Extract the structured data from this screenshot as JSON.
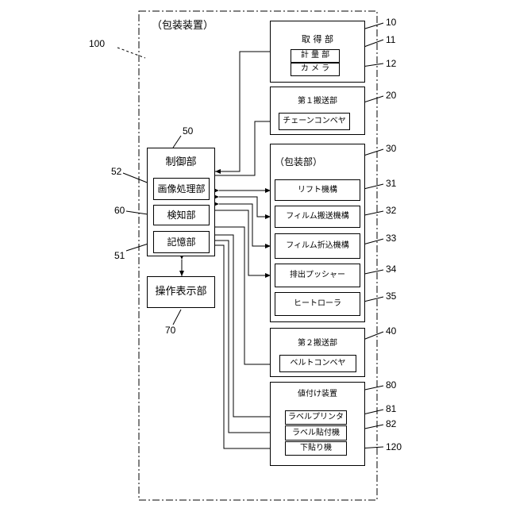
{
  "outer_label": "（包装装置）",
  "refs": {
    "r100": "100",
    "r10": "10",
    "r11": "11",
    "r12": "12",
    "r20": "20",
    "r30": "30",
    "r31": "31",
    "r32": "32",
    "r33": "33",
    "r34": "34",
    "r35": "35",
    "r40": "40",
    "r50": "50",
    "r52": "52",
    "r60": "60",
    "r51": "51",
    "r70": "70",
    "r80": "80",
    "r81": "81",
    "r82": "82",
    "r120": "120"
  },
  "blocks": {
    "acquisition": "取 得 部",
    "weighing": "計 量 部",
    "camera": "カ メ ラ",
    "conveyor1": "第１搬送部",
    "chain_conveyor": "チェーンコンベヤ",
    "packaging": "（包装部）",
    "lift": "リフト機構",
    "film_transport": "フィルム搬送機構",
    "film_folding": "フィルム折込機構",
    "pusher": "排出プッシャー",
    "heat_roller": "ヒートローラ",
    "conveyor2": "第２搬送部",
    "belt_conveyor": "ベルトコンベヤ",
    "pricing": "値付け装置",
    "label_printer": "ラベルプリンタ",
    "label_applicator": "ラベル貼付機",
    "under_label": "下貼り機",
    "control": "制御部",
    "image_processing": "画像処理部",
    "detection": "検知部",
    "storage": "記憶部",
    "operation_display": "操作表示部"
  }
}
